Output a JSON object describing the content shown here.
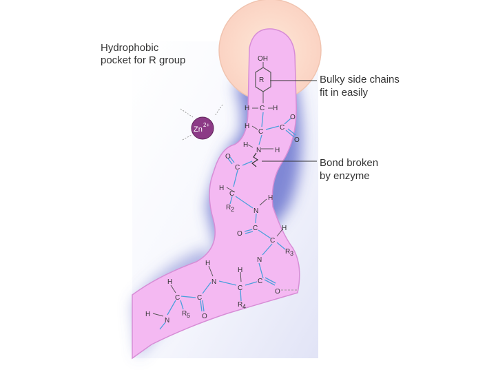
{
  "labels": {
    "pocket": [
      "Hydrophobic",
      "pocket for R group"
    ],
    "bulky": [
      "Bulky side chains",
      "fit in easily"
    ],
    "bond": [
      "Bond broken",
      "by enzyme"
    ]
  },
  "ion": {
    "text": "Zn",
    "charge": "2+"
  },
  "atoms": {
    "oh": "OH",
    "r1": "R",
    "h": "H",
    "c": "C",
    "o": "O",
    "n": "N",
    "r2": "R",
    "r3": "R",
    "r4": "R",
    "r5": "R",
    "sub2": "2",
    "sub3": "3",
    "sub4": "4",
    "sub5": "5"
  },
  "colors": {
    "enzyme_fill": "#f4b9f2",
    "enzyme_edge": "#d78dd6",
    "shadow": "#5a64c8",
    "pocket_glow": "#fde3cf",
    "zinc": "#8c3a86",
    "bond": "#4aa0dc"
  }
}
